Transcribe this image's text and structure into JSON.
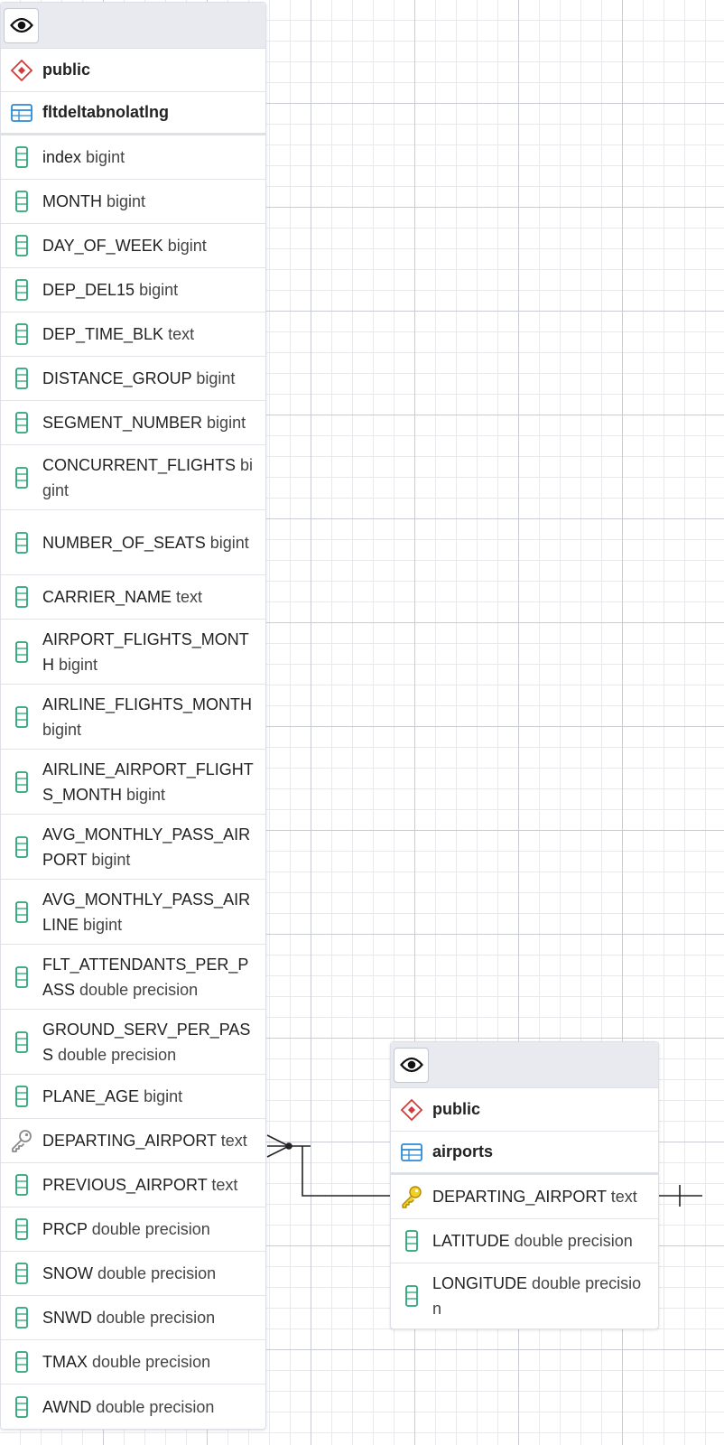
{
  "tables": [
    {
      "schema": "public",
      "name": "fltdeltabnolatlng",
      "columns": [
        {
          "name": "index",
          "type": "bigint",
          "key": "none"
        },
        {
          "name": "MONTH",
          "type": "bigint",
          "key": "none"
        },
        {
          "name": "DAY_OF_WEEK",
          "type": "bigint",
          "key": "none"
        },
        {
          "name": "DEP_DEL15",
          "type": "bigint",
          "key": "none"
        },
        {
          "name": "DEP_TIME_BLK",
          "type": "text",
          "key": "none"
        },
        {
          "name": "DISTANCE_GROUP",
          "type": "bigint",
          "key": "none"
        },
        {
          "name": "SEGMENT_NUMBER",
          "type": "bigint",
          "key": "none"
        },
        {
          "name": "CONCURRENT_FLIGHTS",
          "type": "bigint",
          "key": "none"
        },
        {
          "name": "NUMBER_OF_SEATS",
          "type": "bigint",
          "key": "none"
        },
        {
          "name": "CARRIER_NAME",
          "type": "text",
          "key": "none"
        },
        {
          "name": "AIRPORT_FLIGHTS_MONTH",
          "type": "bigint",
          "key": "none"
        },
        {
          "name": "AIRLINE_FLIGHTS_MONTH",
          "type": "bigint",
          "key": "none"
        },
        {
          "name": "AIRLINE_AIRPORT_FLIGHTS_MONTH",
          "type": "bigint",
          "key": "none"
        },
        {
          "name": "AVG_MONTHLY_PASS_AIRPORT",
          "type": "bigint",
          "key": "none"
        },
        {
          "name": "AVG_MONTHLY_PASS_AIRLINE",
          "type": "bigint",
          "key": "none"
        },
        {
          "name": "FLT_ATTENDANTS_PER_PASS",
          "type": "double precision",
          "key": "none"
        },
        {
          "name": "GROUND_SERV_PER_PASS",
          "type": "double precision",
          "key": "none"
        },
        {
          "name": "PLANE_AGE",
          "type": "bigint",
          "key": "none"
        },
        {
          "name": "DEPARTING_AIRPORT",
          "type": "text",
          "key": "foreign"
        },
        {
          "name": "PREVIOUS_AIRPORT",
          "type": "text",
          "key": "none"
        },
        {
          "name": "PRCP",
          "type": "double precision",
          "key": "none"
        },
        {
          "name": "SNOW",
          "type": "double precision",
          "key": "none"
        },
        {
          "name": "SNWD",
          "type": "double precision",
          "key": "none"
        },
        {
          "name": "TMAX",
          "type": "double precision",
          "key": "none"
        },
        {
          "name": "AWND",
          "type": "double precision",
          "key": "none"
        }
      ]
    },
    {
      "schema": "public",
      "name": "airports",
      "columns": [
        {
          "name": "DEPARTING_AIRPORT",
          "type": "text",
          "key": "primary"
        },
        {
          "name": "LATITUDE",
          "type": "double precision",
          "key": "none"
        },
        {
          "name": "LONGITUDE",
          "type": "double precision",
          "key": "none"
        }
      ]
    }
  ],
  "relationships": [
    {
      "from": "fltdeltabnolatlng.DEPARTING_AIRPORT",
      "to": "airports.DEPARTING_AIRPORT",
      "from_cardinality": "many",
      "to_cardinality": "one"
    }
  ],
  "icons": {
    "header": "eye-icon",
    "schema": "schema-diamond-icon",
    "table": "table-icon",
    "column": "column-icon",
    "foreign_key": "foreign-key-icon",
    "primary_key": "primary-key-icon"
  },
  "colors": {
    "schema_icon": "#d23b3b",
    "table_icon": "#2b8ad6",
    "column_icon": "#2aa578",
    "primary_key_icon": "#e5b400",
    "foreign_key_icon": "#8a8a8a",
    "edge": "#222222"
  }
}
